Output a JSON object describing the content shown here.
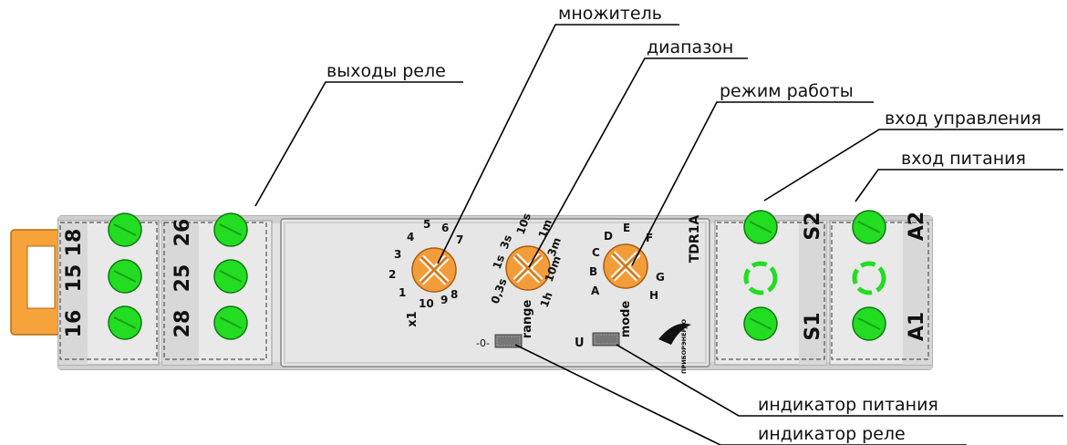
{
  "callouts": {
    "relay_outputs": "выходы реле",
    "multiplier": "множитель",
    "range": "диапазон",
    "mode": "режим работы",
    "control_input": "вход управления",
    "power_input": "вход питания",
    "power_indicator": "индикатор питания",
    "relay_indicator": "индикатор реле"
  },
  "terminals": {
    "block1": [
      "18",
      "15",
      "16"
    ],
    "block2": [
      "26",
      "25",
      "28"
    ],
    "block3": [
      "S2",
      "S1"
    ],
    "block4": [
      "A2",
      "A1"
    ]
  },
  "front": {
    "model": "TDR1A",
    "brand": "ПРИБОРЭНЕРГО",
    "mult_caption": "x1",
    "range_caption": "range",
    "mode_caption": "mode",
    "power_led_label": "U",
    "relay_led_label": "-0-"
  },
  "dials": {
    "multiplier": [
      "1",
      "2",
      "3",
      "4",
      "5",
      "6",
      "7",
      "8",
      "9",
      "10"
    ],
    "range": [
      "0,3s",
      "1s",
      "3s",
      "10s",
      "1m",
      "3m",
      "10m",
      "1h"
    ],
    "mode": [
      "A",
      "B",
      "C",
      "D",
      "E",
      "F",
      "G",
      "H"
    ]
  },
  "colors": {
    "dial": "#F39C3A",
    "screw": "#22DD22",
    "clip": "#F5A33A",
    "housing": "#E4E4E4"
  }
}
